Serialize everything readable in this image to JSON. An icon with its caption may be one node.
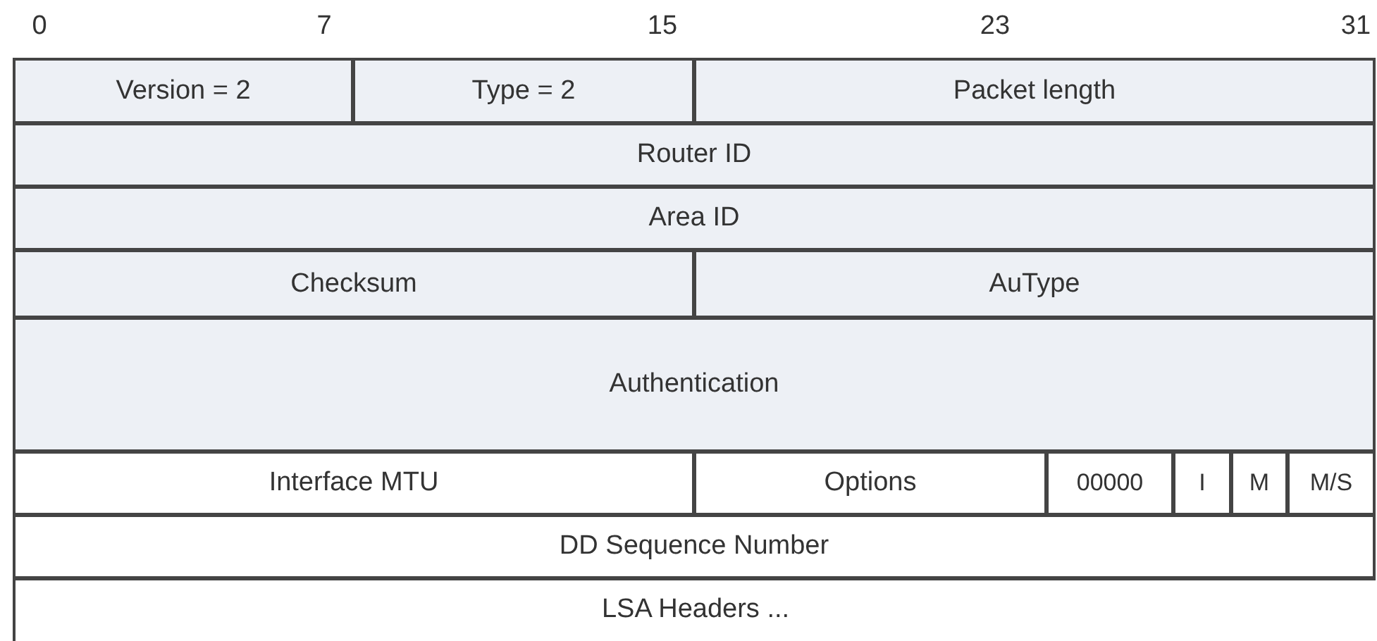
{
  "diagram": {
    "nodes": [
      {
        "text": [
          "Version = 2"
        ]
      },
      {
        "text": [
          "Type = 2"
        ]
      },
      {
        "text": [
          "Packet length"
        ]
      },
      {
        "text": [
          "Router ID"
        ]
      },
      {
        "text": [
          "Area ID"
        ]
      },
      {
        "text": [
          "Checksum"
        ]
      },
      {
        "text": [
          "AuType"
        ]
      },
      {
        "text": [
          "Authentication"
        ]
      },
      {
        "text": [
          "Interface MTU"
        ]
      },
      {
        "text": [
          "Options"
        ]
      },
      {
        "text": [
          "00000"
        ]
      },
      {
        "text": [
          "I"
        ]
      },
      {
        "text": [
          "M"
        ]
      },
      {
        "text": [
          "M/S"
        ]
      },
      {
        "text": [
          "DD Sequence Number"
        ]
      },
      {
        "text": [
          "LSA Headers ..."
        ]
      }
    ],
    "labels": [
      "0",
      "7",
      "15",
      "23",
      "31"
    ]
  }
}
